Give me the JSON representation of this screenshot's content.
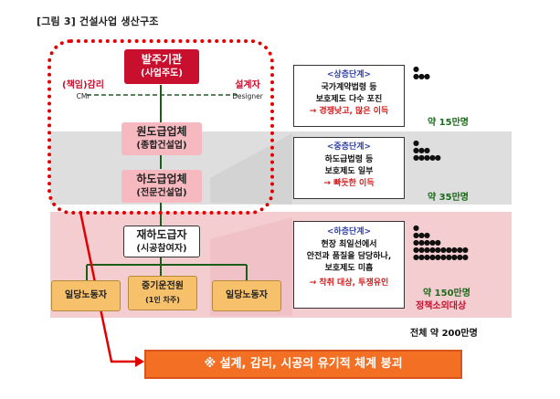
{
  "figure_title": "[그림 3] 건설사업 생산구조",
  "nodes": {
    "client": {
      "line1": "발주기관",
      "line2": "(사업주도)"
    },
    "general_contractor": {
      "line1": "원도급업체",
      "line2": "(종합건설업)"
    },
    "specialty_contractor": {
      "line1": "하도급업체",
      "line2": "(전문건설업)"
    },
    "sub_subcontractor": {
      "line1": "재하도급자",
      "line2": "(시공참여자)"
    },
    "day_laborer_left": {
      "line1": "일당노동자"
    },
    "heavy_equipment": {
      "line1": "중기운전원",
      "line2": "(1인 차주)"
    },
    "day_laborer_right": {
      "line1": "일당노동자"
    }
  },
  "side_labels": {
    "supervisor": {
      "main": "(책임)감리",
      "sub": "CMr"
    },
    "designer": {
      "main": "설계자",
      "sub": "Designer"
    }
  },
  "tiers": {
    "upper": {
      "head": "<상층단계>",
      "lines": [
        "국가계약법령 등",
        "보호제도 다수 포진"
      ],
      "arrow_text": "→ 경쟁낮고, 많은 이득",
      "count": "약 15만명"
    },
    "middle": {
      "head": "<중층단계>",
      "lines": [
        "하도급법령 등",
        "보호제도 일부"
      ],
      "arrow_text": "→ 빠듯한 이득",
      "count": "약 35만명"
    },
    "lower": {
      "head": "<하층단계>",
      "lines": [
        "현장 최일선에서",
        "안전과 품질을 담당하나,",
        "보호제도 미흡"
      ],
      "arrow_text": "→ 착취 대상, 투쟁유인",
      "count": "약 150만명",
      "policy": "정책소외대상"
    }
  },
  "total": "전체 약 200만명",
  "banner": "※ 설계, 감리, 시공의 유기적 체계 붕괴",
  "colors": {
    "red": "#c8102e",
    "pink": "#f6b9c0",
    "orange_banner": "#f26f23",
    "tier_head_blue": "#2e3fa8",
    "count_green": "#1a6b1a",
    "grey_band": "#dedede",
    "pink_band": "#f3cdd0"
  }
}
